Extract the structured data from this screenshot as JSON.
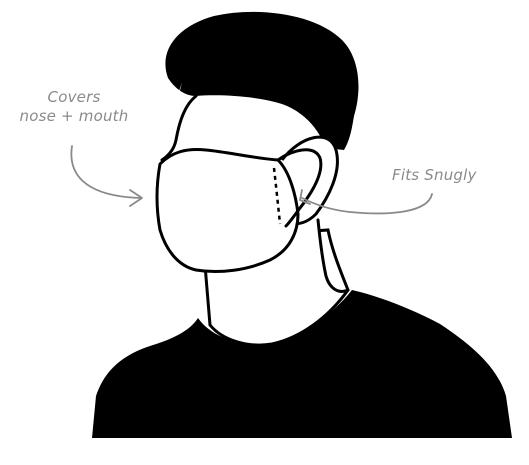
{
  "annotations": {
    "covers_line1": "Covers",
    "covers_line2": "nose + mouth",
    "fits": "Fits Snugly"
  },
  "colors": {
    "ink": "#000000",
    "annotation": "#8a8a8a",
    "background": "#ffffff"
  }
}
